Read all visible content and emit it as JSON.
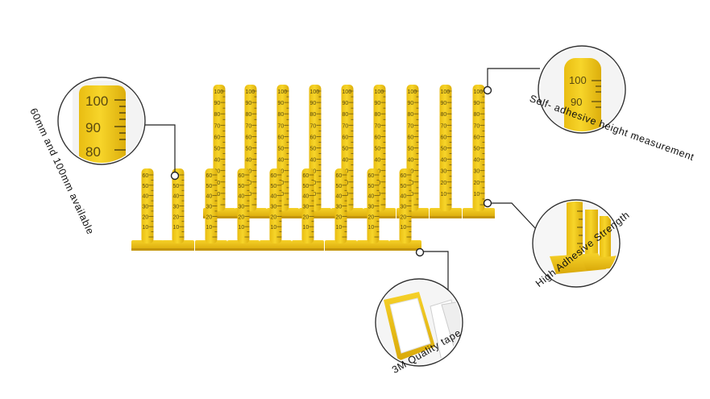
{
  "image": {
    "background": "#ffffff",
    "accent_color": "#f2c81c",
    "tick_color": "#5a4a10",
    "leader_line_color": "#222222"
  },
  "back_row_scale": [
    "10",
    "20",
    "30",
    "40",
    "50",
    "60",
    "70",
    "80",
    "90",
    "100"
  ],
  "front_row_scale": [
    "10",
    "20",
    "30",
    "40",
    "50",
    "60"
  ],
  "callouts": [
    {
      "id": "available",
      "label": "60mm and 100mm available",
      "icon": "ruler-closeup-icon",
      "zoom_labels": [
        "100",
        "90",
        "80"
      ]
    },
    {
      "id": "measurement",
      "label": "Self- adhesive height measurement",
      "icon": "ruler-top-icon",
      "zoom_labels": [
        "100",
        "90"
      ]
    },
    {
      "id": "adhesive",
      "label": "High Adhesive Strength",
      "icon": "ruler-base-icon"
    },
    {
      "id": "tape",
      "label": "3M Quality tape",
      "icon": "tape-backing-icon"
    }
  ]
}
